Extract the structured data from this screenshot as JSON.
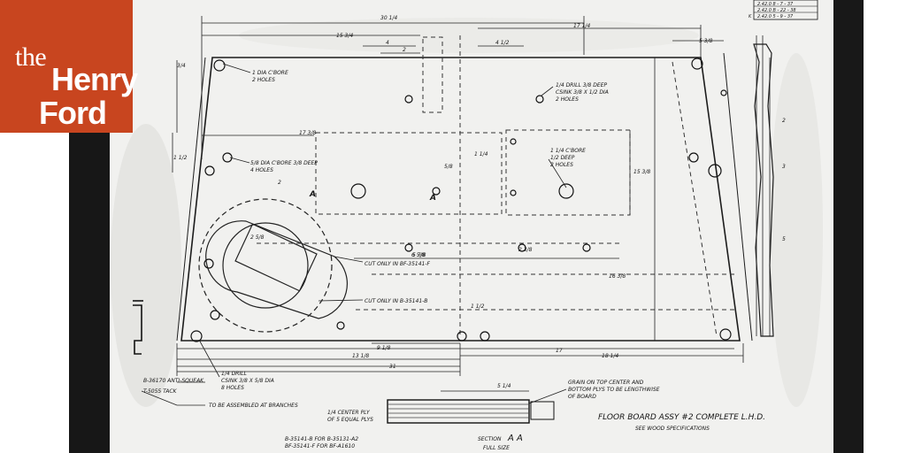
{
  "logo": {
    "line1": "the",
    "line2": "Henry",
    "line3": "Ford",
    "bg_color": "#c8451f",
    "fg_color": "#ffffff"
  },
  "drawing": {
    "title": "FLOOR BOARD ASSY #2 COMPLETE  L.H.D.",
    "subtitle": "SEE WOOD SPECIFICATIONS",
    "notes": {
      "bore_1dia": "1 DIA C'BORE",
      "bore_1dia_holes": "2 HOLES",
      "bore_small": "5/8 DIA C'BORE 3/8 DEEP",
      "bore_small_holes": "4 HOLES",
      "drill_right": "1/4 DRILL 3/8 DEEP",
      "drill_right_csink": "CSINK 3/8 X 1/2 DIA",
      "drill_right_holes": "2 HOLES",
      "cbore_center": "1 1/4 C'BORE",
      "cbore_center_deep": "1/2 DEEP",
      "cbore_center_holes": "2 HOLES",
      "cut_only_1": "CUT ONLY IN BF-35141-F",
      "cut_only_2": "CUT ONLY IN B-35141-B",
      "drill_bottom": "1/4 DRILL",
      "drill_bottom_csink": "CSINK 3/8 X 5/8 DIA",
      "drill_bottom_holes": "8 HOLES",
      "anti_squeak": "B-36170 ANTI-SQUEAK",
      "tack": "T-5055 TACK",
      "assembled": "TO BE ASSEMBLED AT BRANCHES",
      "center_ply_1": "1/4 CENTER PLY",
      "center_ply_2": "OF 5 EQUAL PLYS",
      "grain_1": "GRAIN ON TOP CENTER AND",
      "grain_2": "BOTTOM PLYS TO BE LENGTHWISE",
      "grain_3": "OF BOARD",
      "part_ref_1": "B-35141-B FOR B-35131-A2",
      "part_ref_2": "BF-35141-F FOR BF-A1610",
      "section_label": "SECTION",
      "section_letters": "A A",
      "section_scale": "FULL SIZE",
      "section_marker": "A"
    },
    "dims": {
      "overall_top": "30 1/4",
      "right_top": "17 1/4",
      "left_top": "15 3/4",
      "upper_a": "4",
      "upper_b": "2",
      "upper_c": "4 1/2",
      "right_edge_top": "5 3/8",
      "mid_left": "17 3/8",
      "height_right": "15 3/8",
      "center_h": "6 5/8",
      "lower_mid": "16 3/8",
      "bottom_left": "13 1/8",
      "bottom_mid": "17",
      "bottom_right": "18 1/4",
      "bottom_overall": "31",
      "section_width": "5 1/4",
      "side_a": "2",
      "side_b": "3",
      "side_c": "5",
      "angle": "2 5/8",
      "small_1": "5/8",
      "small_2": "1 1/4",
      "small_3": "9 1/8",
      "small_4": "5 7/8",
      "small_5": "2 3/8",
      "small_6": "1 1/2",
      "corner_1": "3/4",
      "corner_2": "1 1/2",
      "corner_3": "2"
    },
    "title_block": {
      "rev1": "2.42.0  8 - 7 - 37",
      "rev2": "2.42.0  B - 22 - 38",
      "rev3": "2.42.0  5 - 9 - 37",
      "rev_tag": "K"
    }
  }
}
